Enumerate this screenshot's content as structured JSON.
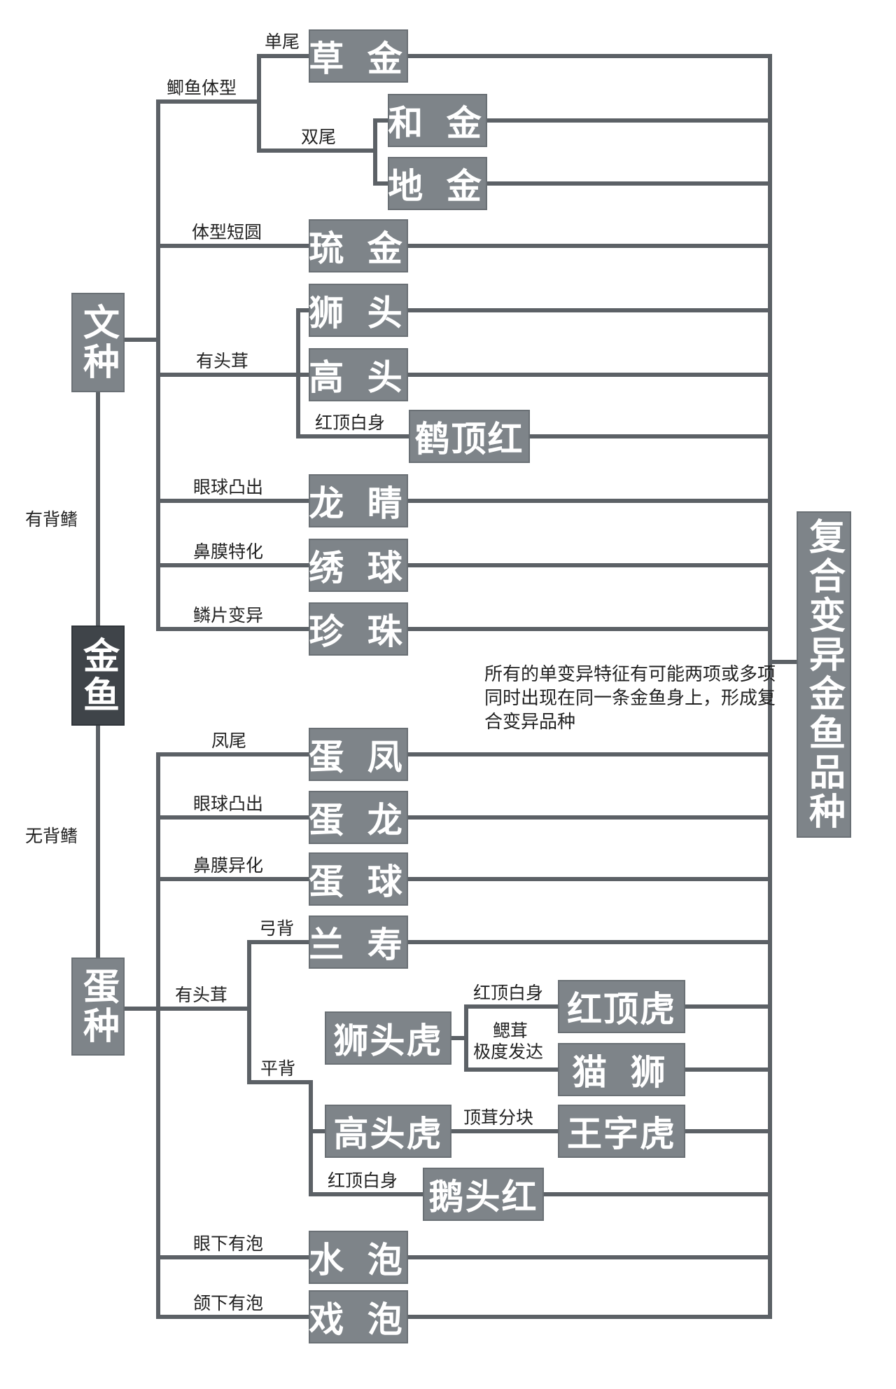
{
  "root": "金鱼",
  "groups": {
    "wen": "文种",
    "dan": "蛋种",
    "result": "复合变异金鱼品种"
  },
  "edges": {
    "has_dorsal": "有背鳍",
    "no_dorsal": "无背鳍",
    "crucian": "鲫鱼体型",
    "single_tail": "单尾",
    "double_tail": "双尾",
    "short_round": "体型短圆",
    "head_growth_wen": "有头茸",
    "red_cap_wen": "红顶白身",
    "eye_out_wen": "眼球凸出",
    "nasal_wen": "鼻膜特化",
    "scale": "鳞片变异",
    "phoenix_tail": "凤尾",
    "eye_out_dan": "眼球凸出",
    "nasal_dan": "鼻膜异化",
    "head_growth_dan": "有头茸",
    "bow_back": "弓背",
    "flat_back": "平背",
    "red_cap_tiger": "红顶白身",
    "gill_growth_1": "鳃茸",
    "gill_growth_2": "极度发达",
    "cap_split": "顶茸分块",
    "red_cap_dan": "红顶白身",
    "bubble_below_eye": "眼下有泡",
    "bubble_below_jaw": "颌下有泡"
  },
  "varieties": {
    "caojin": "草 金",
    "hejin": "和 金",
    "dijin": "地 金",
    "liujin": "琉 金",
    "shitou": "狮 头",
    "gaotou": "高 头",
    "hedinghong": "鹤顶红",
    "longjing": "龙 睛",
    "xiuqiu": "绣 球",
    "zhenzhu": "珍 珠",
    "danfeng": "蛋 凤",
    "danlong": "蛋 龙",
    "danqiu": "蛋 球",
    "lanshou": "兰 寿",
    "shitouhu": "狮头虎",
    "hongdinghu": "红顶虎",
    "maoshi": "猫 狮",
    "gaotouhu": "高头虎",
    "wangzihu": "王字虎",
    "etouhong": "鹅头红",
    "shuipao": "水 泡",
    "xipao": "戏 泡"
  },
  "note": "所有的单变异特征有可能两项或多项同时出现在同一条金鱼身上，形成复合变异品种",
  "colors": {
    "box": "#7e8489",
    "root_box": "#3f4449",
    "line": "#5c6166",
    "text_on_box": "#ffffff"
  }
}
